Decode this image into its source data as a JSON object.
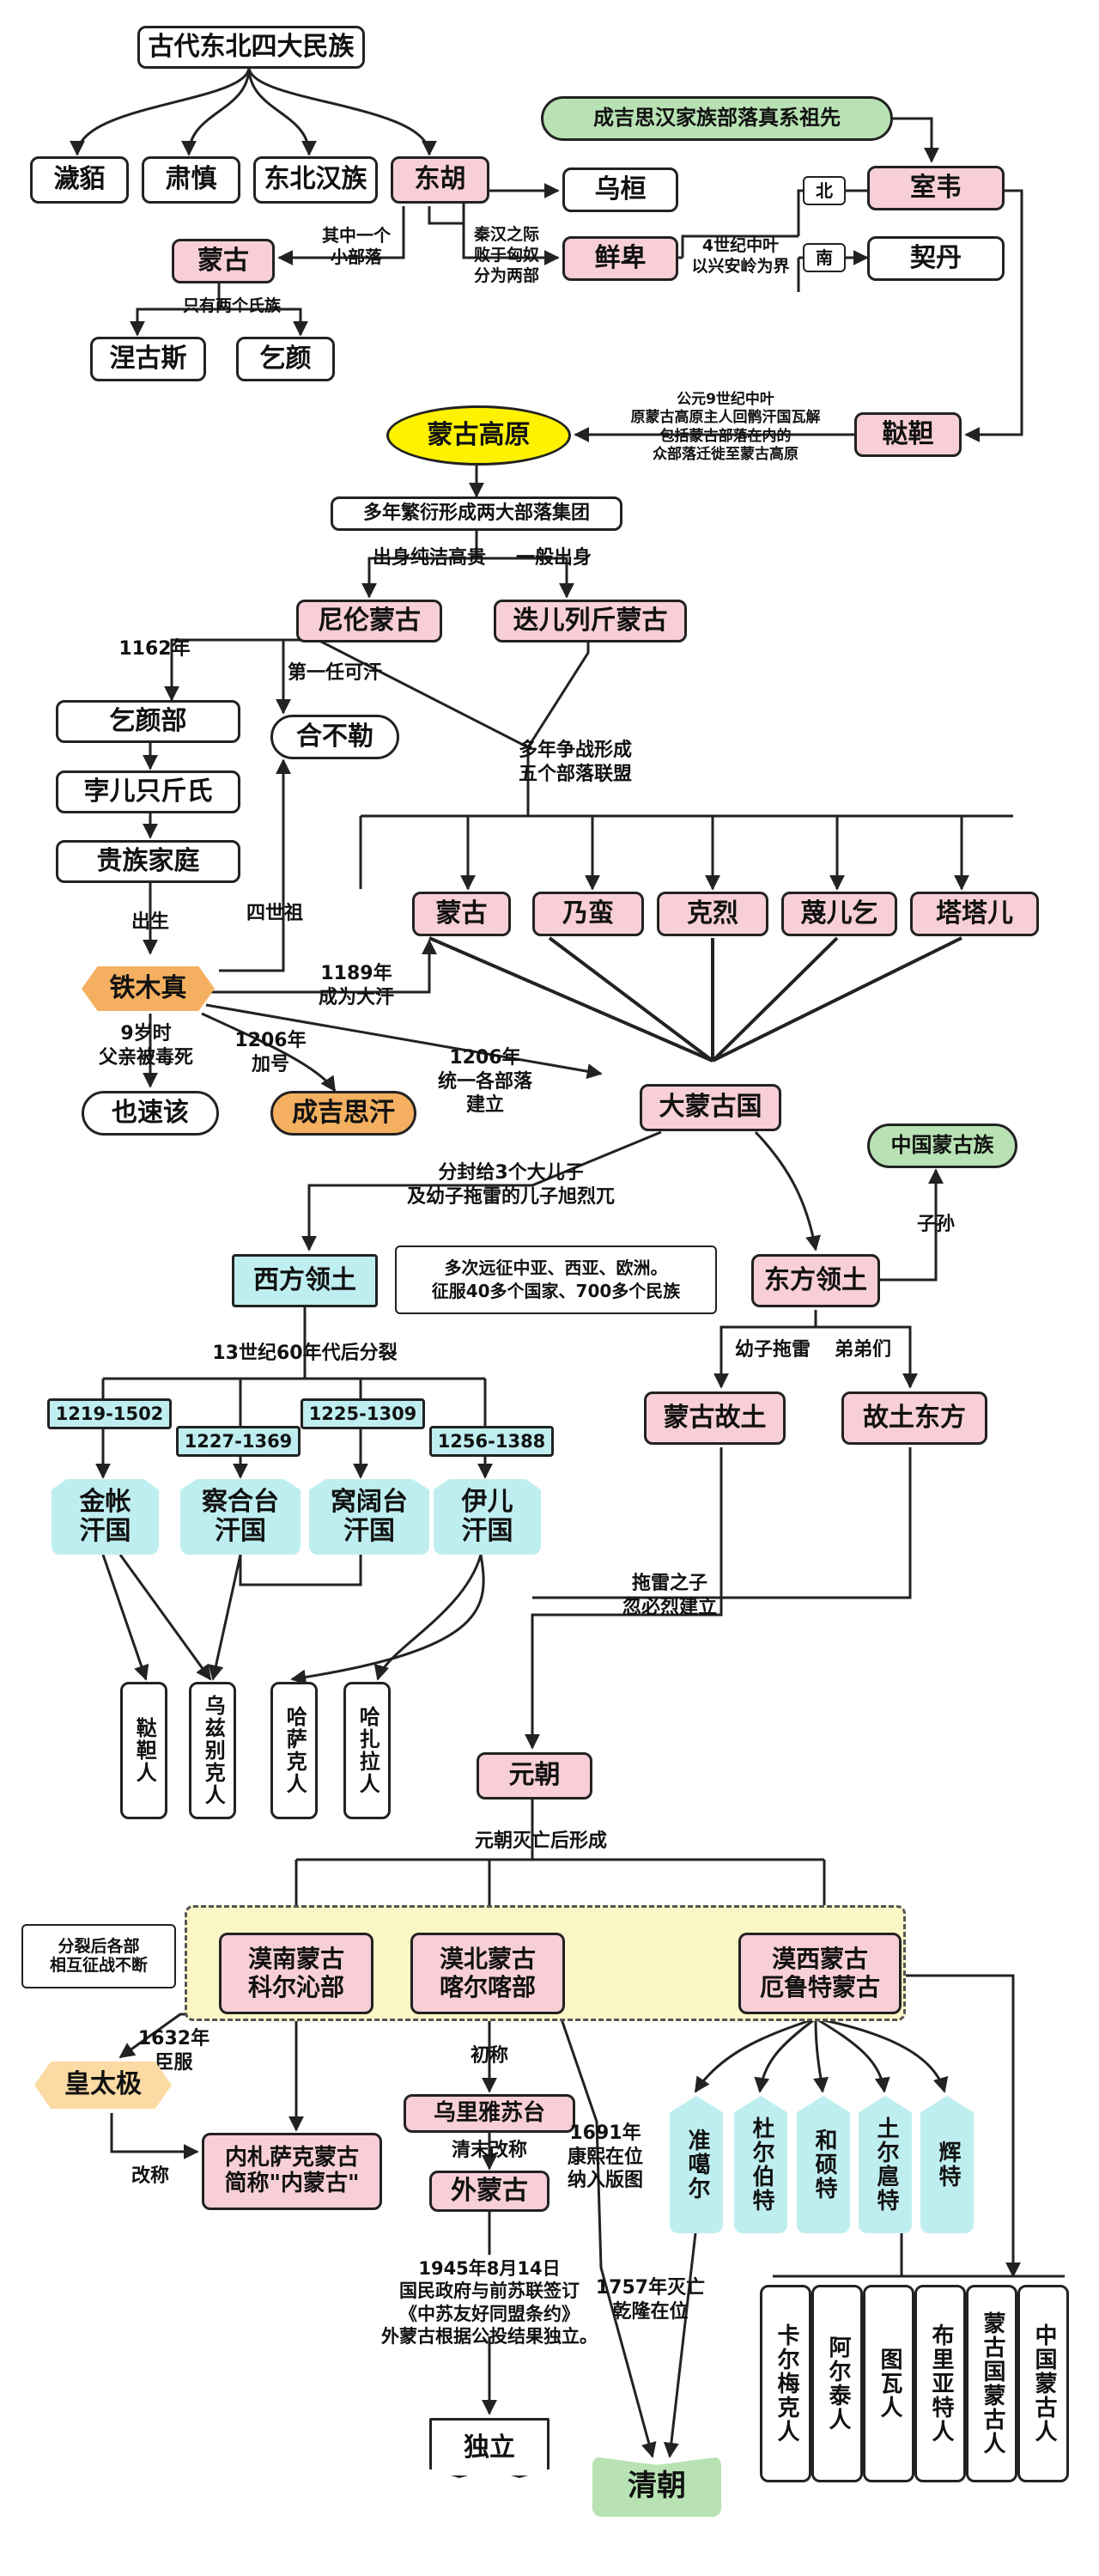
{
  "nodes": {
    "title": "古代东北四大民族",
    "huimo": "濊貊",
    "sushen": "肃慎",
    "dongbei_han": "东北汉族",
    "donghu": "东胡",
    "wuhuan": "乌桓",
    "xianbei": "鲜卑",
    "menggu_early": "蒙古",
    "niegusi": "涅古斯",
    "qiyan": "乞颜",
    "chengji_ancestor": "成吉思汉家族部落真系祖先",
    "shiwei": "室韦",
    "qidan": "契丹",
    "mohe": "鞑靼",
    "plateau": "蒙古高原",
    "two_groups": "多年繁衍形成两大部落集团",
    "niren": "尼伦蒙古",
    "dieliejin": "迭儿列斤蒙古",
    "qiyan_bu": "乞颜部",
    "borjigin": "孛儿只斤氏",
    "noble_family": "贵族家庭",
    "hebule": "合不勒",
    "temujin": "铁木真",
    "yesugei": "也速该",
    "genghis": "成吉思汗",
    "menggu_tribe": "蒙古",
    "naiman": "乃蛮",
    "kelie": "克烈",
    "mierqi": "蔑儿乞",
    "tatar": "塔塔儿",
    "great_mongol": "大蒙古国",
    "chinese_mongol": "中国蒙古族",
    "west_territory": "西方领土",
    "east_territory": "东方领土",
    "expedition": "多次远征中亚、西亚、欧洲。\n征服40多个国家、700多个民族",
    "homeland": "蒙古故土",
    "east_land": "故土东方",
    "golden": "金帐\n汗国",
    "chagatai": "察合台\n汗国",
    "ogedei": "窝阔台\n汗国",
    "ilkhan": "伊儿\n汗国",
    "date_golden": "1219-1502",
    "date_chagatai": "1227-1369",
    "date_ogedei": "1225-1309",
    "date_ilkhan": "1256-1388",
    "tatar_people": "鞑靼人",
    "uzbek": "乌兹别克人",
    "kazakh": "哈萨克人",
    "khazar": "哈扎拉人",
    "yuan": "元朝",
    "split_note": "分裂后各部\n相互征战不断",
    "monan": "漠南蒙古\n科尔沁部",
    "mobei": "漠北蒙古\n喀尔喀部",
    "moxi": "漠西蒙古\n厄鲁特蒙古",
    "huangtaiji": "皇太极",
    "inner_mongolia": "内札萨克蒙古\n简称\"内蒙古\"",
    "uliyasutai": "乌里雅苏台",
    "outer_mongolia": "外蒙古",
    "independence": "独立",
    "qing": "清朝",
    "dzungar": "准噶尔",
    "dorbet": "杜尔伯特",
    "khoshut": "和硕特",
    "torghut": "土尔扈特",
    "hoit": "辉特",
    "kalmyk": "卡尔梅克人",
    "altai": "阿尔泰人",
    "tuva": "图瓦人",
    "buryat": "布里亚特人",
    "mongolia_people": "蒙古国蒙古人",
    "china_mongol": "中国蒙古人"
  },
  "labels": {
    "one_small_tribe": "其中一个\n小部落",
    "only_two_clans": "只有两个氏族",
    "qin_han": "秦汉之际\n败于匈奴\n分为两部",
    "north": "北",
    "south": "南",
    "fourth_century": "4世纪中叶\n以兴安岭为界",
    "ninth_century": "公元9世纪中叶\n原蒙古高原主人回鹘汗国瓦解\n包括蒙古部落在内的\n众部落迁徙至蒙古高原",
    "pure_noble": "出身纯洁高贵",
    "ordinary": "一般出身",
    "year_1162": "1162年",
    "first_khan": "第一任可汗",
    "wars_alliance": "多年争战形成\n五个部落联盟",
    "birth": "出生",
    "fourth_ancestor": "四世祖",
    "nine_years": "9岁时\n父亲被毒死",
    "y1189": "1189年\n成为大汗",
    "y1206_title": "1206年\n加号",
    "y1206_unify": "1206年\n统一各部落\n建立",
    "enfeoff": "分封给3个大儿子\n及幼子拖雷的儿子旭烈兀",
    "descendants": "子孙",
    "split_1260s": "13世纪60年代后分裂",
    "youngest_tolui": "幼子拖雷",
    "brothers": "弟弟们",
    "kublai": "拖雷之子\n忽必烈建立",
    "after_yuan": "元朝灭亡后形成",
    "y1632": "1632年\n臣服",
    "renamed": "改称",
    "originally": "初称",
    "late_qing": "清末改称",
    "y1691": "1691年\n康熙在位\n纳入版图",
    "y1757": "1757年灭亡\n乾隆在位",
    "y1945": "1945年8月14日\n国民政府与前苏联签订\n《中苏友好同盟条约》\n外蒙古根据公投结果独立。"
  },
  "colors": {
    "pink": "#f8cfd6",
    "cyan": "#bfeef0",
    "green": "#b8e2b3",
    "orange": "#f4b060",
    "yellow": "#fbf6c6"
  }
}
